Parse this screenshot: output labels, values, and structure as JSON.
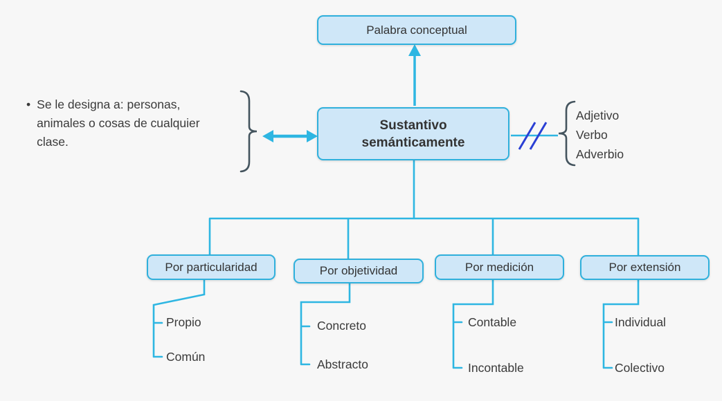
{
  "top_box": {
    "label": "Palabra conceptual"
  },
  "center_box": {
    "line1": "Sustantivo",
    "line2": "semánticamente"
  },
  "left_note": {
    "bullet": "•",
    "lines": [
      "Se le designa a: personas,",
      "animales o cosas de cualquier",
      "clase."
    ]
  },
  "right_list": {
    "items": [
      "Adjetivo",
      "Verbo",
      "Adverbio"
    ]
  },
  "categories": [
    {
      "label": "Por particularidad",
      "items": [
        "Propio",
        "Común"
      ]
    },
    {
      "label": "Por objetividad",
      "items": [
        "Concreto",
        "Abstracto"
      ]
    },
    {
      "label": "Por medición",
      "items": [
        "Contable",
        "Incontable"
      ]
    },
    {
      "label": "Por extensión",
      "items": [
        "Individual",
        "Colectivo"
      ]
    }
  ],
  "colors": {
    "connector": "#2eb6e2",
    "box_fill": "#cfe7f8",
    "box_border": "#2fb0dc",
    "slash": "#2a3fd4",
    "brace": "#44545e",
    "text": "#3a3a3a",
    "background": "#f7f7f7"
  }
}
